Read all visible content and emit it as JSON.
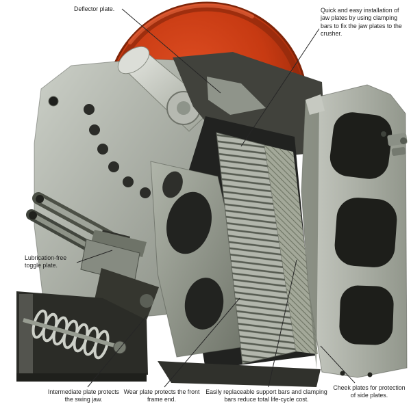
{
  "annotations": {
    "deflector_plate": "Deflector plate.",
    "jaw_plate_installation": "Quick and easy installation of jaw plates by using clamping bars to fix the jaw plates to the crusher.",
    "toggle_plate": "Lubrication-free toggle plate.",
    "intermediate_plate": "Intermediate plate protects the swing jaw.",
    "wear_plate": "Wear plate protects the front frame end.",
    "support_bars": "Easily replaceable support bars and clamping bars reduce total life-cycle cost.",
    "cheek_plates": "Cheek plates for protection of side plates."
  },
  "colors": {
    "flywheel_red": "#c73a12",
    "frame_light_gray": "#c8cbc3",
    "frame_dark_gray": "#7c8176",
    "cavity_dark": "#1e1f1b",
    "leader_line": "#262626",
    "background": "#ffffff"
  }
}
